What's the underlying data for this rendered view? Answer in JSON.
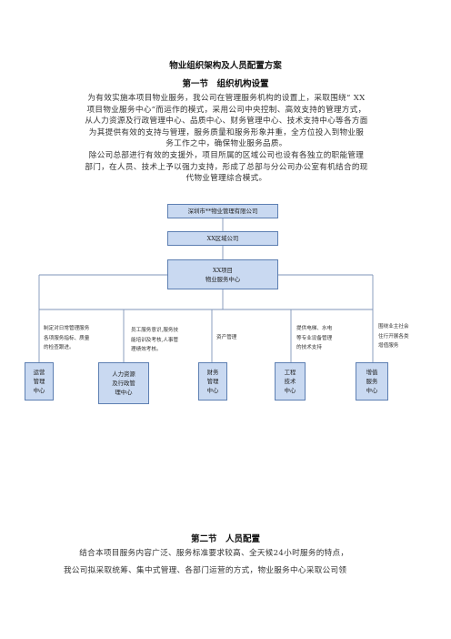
{
  "document": {
    "title": "物业组织架构及人员配置方案",
    "section1": {
      "title": "第一节　组织机构设置",
      "para1_lines": [
        "为有效实施本项目物业服务，我公司在管理服务机构的设置上，采取围绕“ XX",
        "项目物业服务中心”而运作的模式，采用公司中央控制、高效支持的管理方式，",
        "从人力资源及行政管理中心、品质中心、财务管理中心、技术支持中心等各方面",
        "为其提供有效的支持与管理，服务质量和服务形象并重，全方位投入到物业服",
        "务工作之中，确保物业服务品质。"
      ],
      "para2_lines": [
        "除公司总部进行有效的支援外，项目所属的区域公司也设有各独立的职能管理",
        "部门，在人员、技术上予以强力支持，形成了总部与分公司办公室有机结合的现",
        "代物业管理综合模式。"
      ]
    },
    "section2": {
      "title": "第二节　人员配置",
      "para_lines": [
        "结合本项目服务内容广泛、服务标准要求较高、全天候24小时服务的特点，",
        "我公司拟采取统筹、集中式管理、各部门运营的方式，物业服务中心采取公司领"
      ]
    }
  },
  "org_chart": {
    "company": "深圳市**物业管理有限公司",
    "region": "XX区域公司",
    "center_line1": "XX项目",
    "center_line2": "物业服务中心",
    "notes": [
      [
        "制定对日常管理服务",
        "各项服务指标、质量",
        "的检查跟进。"
      ],
      [
        "员工服务意识,服务技",
        "能培训及考核,人事管",
        "理绩效考核。"
      ],
      [
        "资产管理"
      ],
      [
        "提供电梯、水电",
        "等专业设备管理",
        "的技术支持"
      ],
      [
        "围绕业主社会",
        "住行开展各类",
        "增值服务"
      ]
    ],
    "departments": [
      [
        "运营",
        "管理",
        "中心"
      ],
      [
        "人力资源",
        "及行政管",
        "理中心"
      ],
      [
        "财务",
        "管理",
        "中心"
      ],
      [
        "工程",
        "技术",
        "中心"
      ],
      [
        "增值",
        "服务",
        "中心"
      ]
    ]
  },
  "colors": {
    "box_fill": "#c9d9f1",
    "box_border": "#5d7fb2",
    "line": "#7f95b8"
  }
}
